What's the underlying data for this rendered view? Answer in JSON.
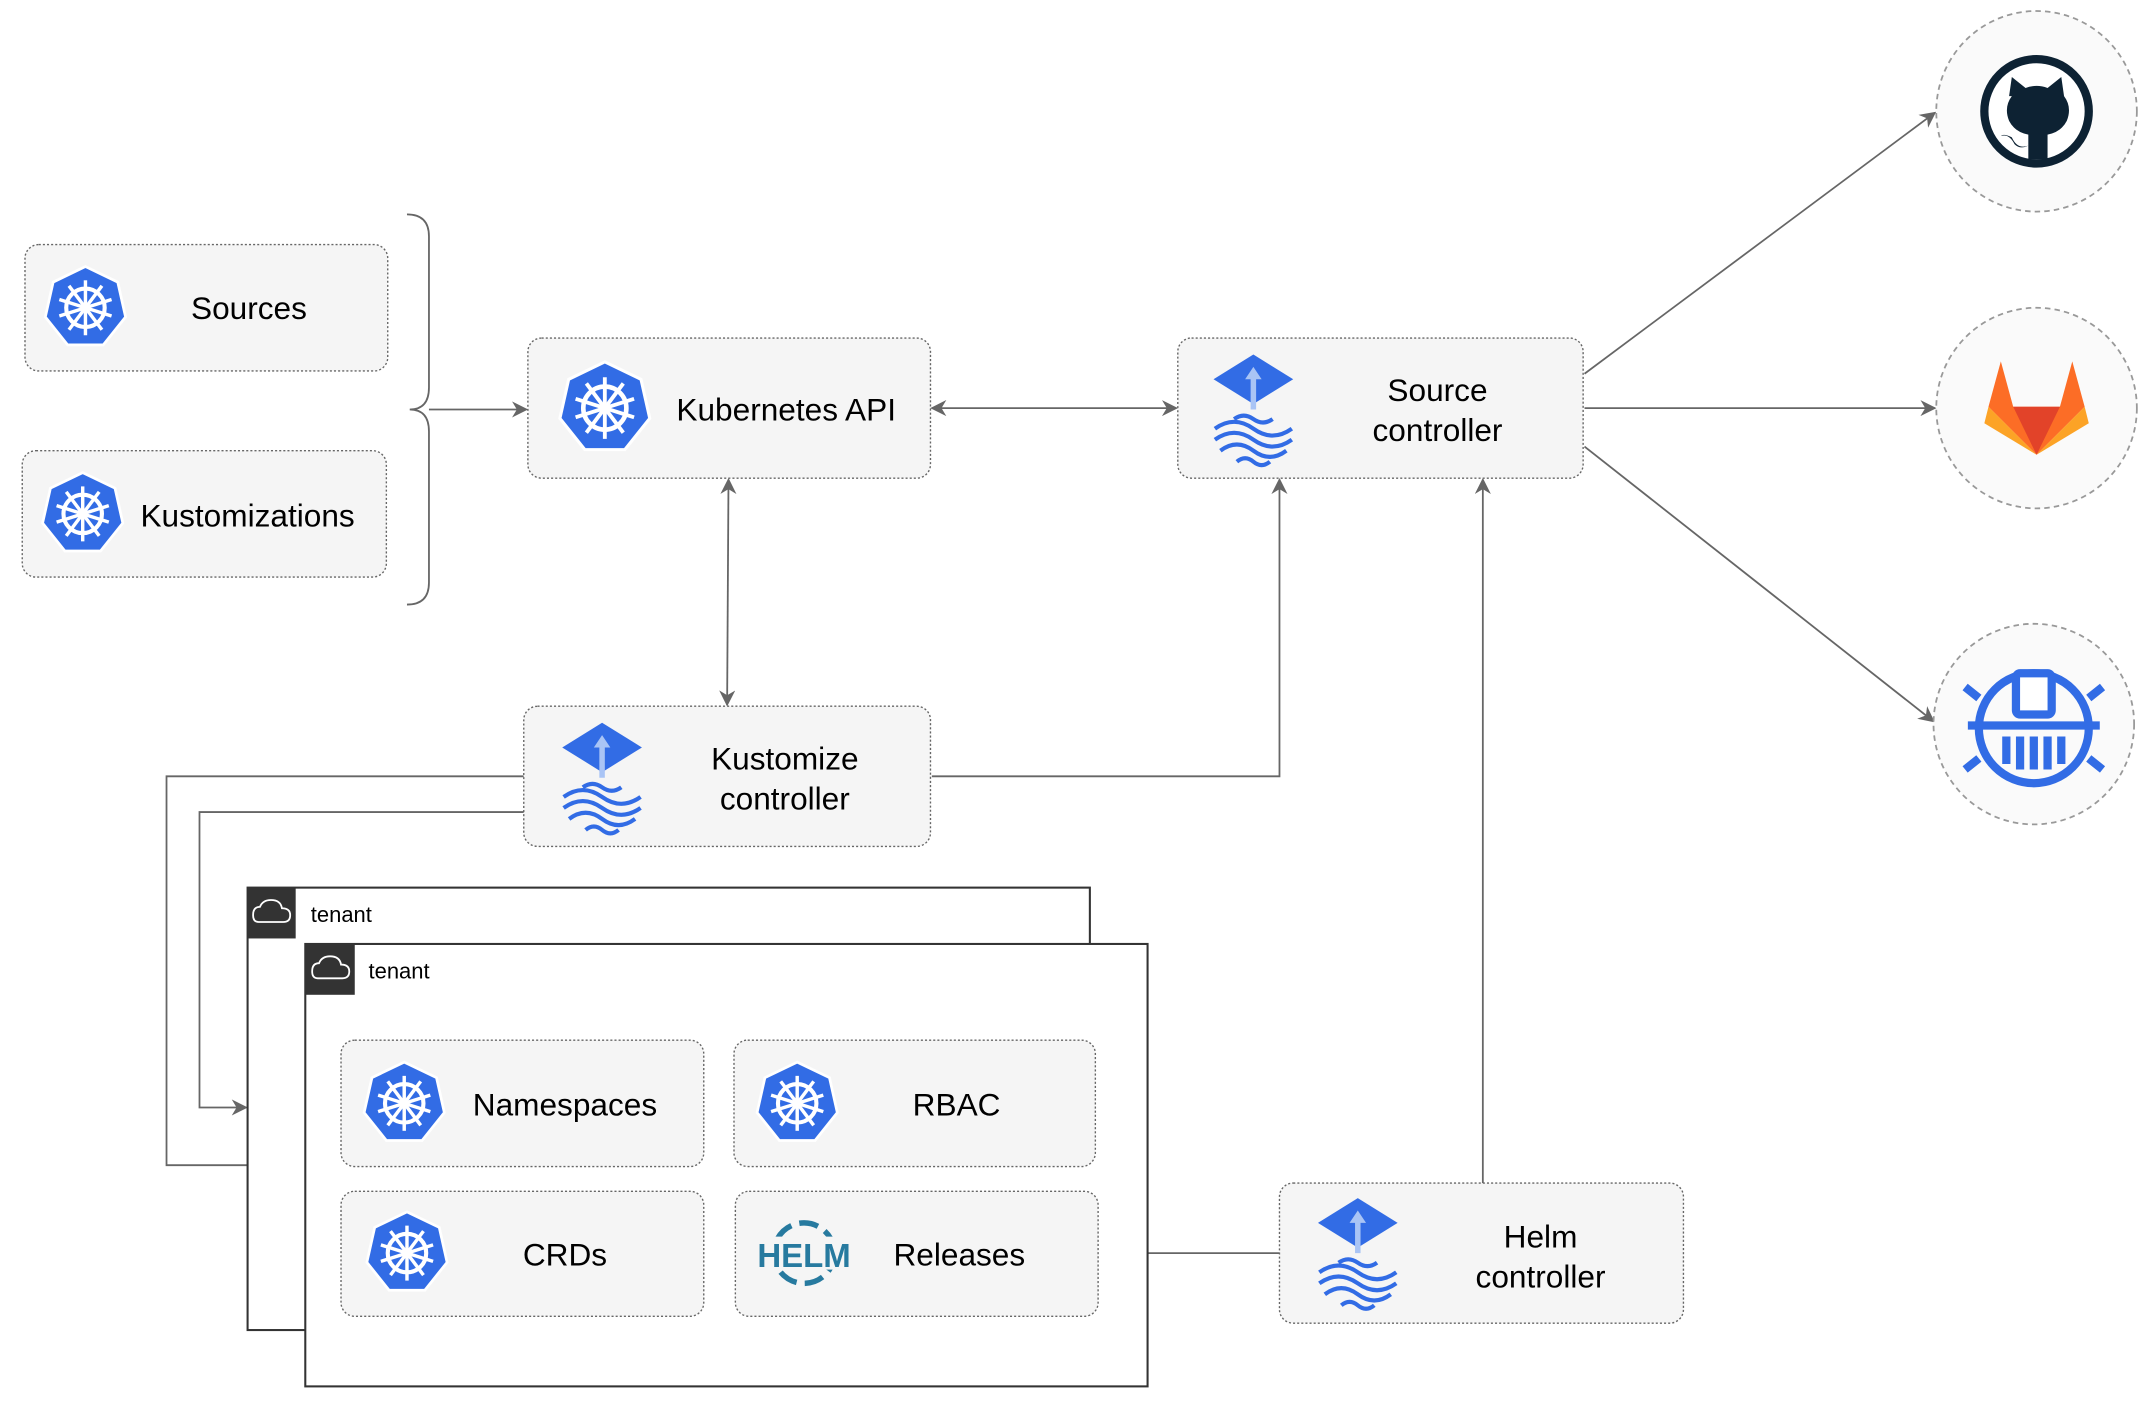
{
  "nodes": {
    "sources": "Sources",
    "kustomizations": "Kustomizations",
    "kubernetes_api": "Kubernetes API",
    "source_controller": [
      "Source",
      "controller"
    ],
    "kustomize_controller": [
      "Kustomize",
      "controller"
    ],
    "helm_controller": [
      "Helm",
      "controller"
    ],
    "namespaces": "Namespaces",
    "rbac": "RBAC",
    "crds": "CRDs",
    "releases": "Releases"
  },
  "tenants": [
    "tenant",
    "tenant"
  ],
  "helm_logo_text": "HELM",
  "external": [
    "github-icon",
    "gitlab-icon",
    "harbor-registry-icon"
  ],
  "colors": {
    "kubernetes_blue": "#326ce5",
    "edge": "#666666",
    "node_fill": "#f5f5f5",
    "tenant_header": "#333333",
    "gitlab_orange": "#e24329",
    "github_dark": "#0d2233",
    "helm_blue": "#277a9f"
  }
}
